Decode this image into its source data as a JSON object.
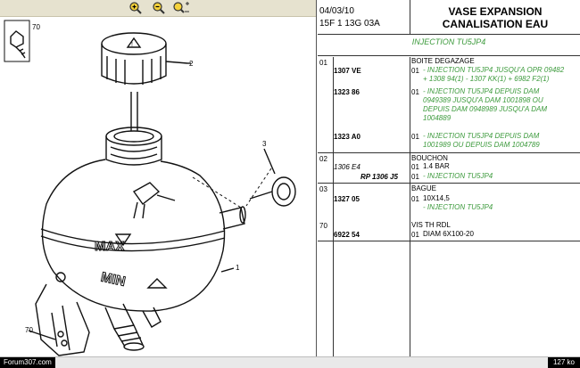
{
  "toolbar": {
    "icons": [
      "zoom-in-icon",
      "zoom-out-icon",
      "pan-zoom-icon"
    ]
  },
  "drawing": {
    "callouts": [
      "70",
      "2",
      "3",
      "1",
      "70"
    ],
    "embossed_max": "MAX",
    "embossed_min": "MIN"
  },
  "header": {
    "date": "04/03/10",
    "ref": "15F 1 13G 03A",
    "title_line1": "VASE EXPANSION",
    "title_line2": "CANALISATION EAU"
  },
  "subtitle": "INJECTION TU5JP4",
  "sections": [
    {
      "num": "01",
      "heading": "BOITE DEGAZAGE",
      "rows": [
        {
          "pn": "1307 VE",
          "q": "01",
          "lines": [
            "- INJECTION TU5JP4 JUSQU'A OPR 09482",
            "+ 1308 94(1) - 1307 KK(1) + 6982 F2(1)"
          ]
        },
        {
          "pn": "1323 86",
          "q": "01",
          "lines": [
            "- INJECTION TU5JP4 DEPUIS DAM",
            "0949389 JUSQU'A DAM 1001898 OU",
            "DEPUIS DAM 0948989 JUSQU'A DAM",
            "1004889"
          ]
        },
        {
          "pn": "1323 A0",
          "q": "01",
          "lines": [
            "- INJECTION TU5JP4 DEPUIS DAM",
            "1001989 OU DEPUIS DAM 1004789"
          ]
        }
      ]
    },
    {
      "num": "02",
      "heading": "BOUCHON",
      "rows": [
        {
          "pn": "1306 E4",
          "q": "01",
          "lines": [
            "1.4 BAR"
          ]
        },
        {
          "pn": "RP 1306 J5",
          "q": "01",
          "lines": [
            "- INJECTION TU5JP4"
          ]
        }
      ]
    },
    {
      "num": "03",
      "heading": "BAGUE",
      "rows": [
        {
          "pn": "1327 05",
          "q": "01",
          "lines": [
            "10X14,5",
            "- INJECTION TU5JP4"
          ]
        }
      ]
    },
    {
      "num": "70",
      "heading": "VIS TH RDL",
      "rows": [
        {
          "pn": "6922 54",
          "q": "01",
          "lines": [
            "DIAM 6X100-20"
          ]
        }
      ]
    }
  ],
  "status": {
    "left": "Forum307.com",
    "right": "127 ko"
  },
  "colors": {
    "green": "#3c9a3c",
    "toolbar": "#e6e2cf"
  }
}
